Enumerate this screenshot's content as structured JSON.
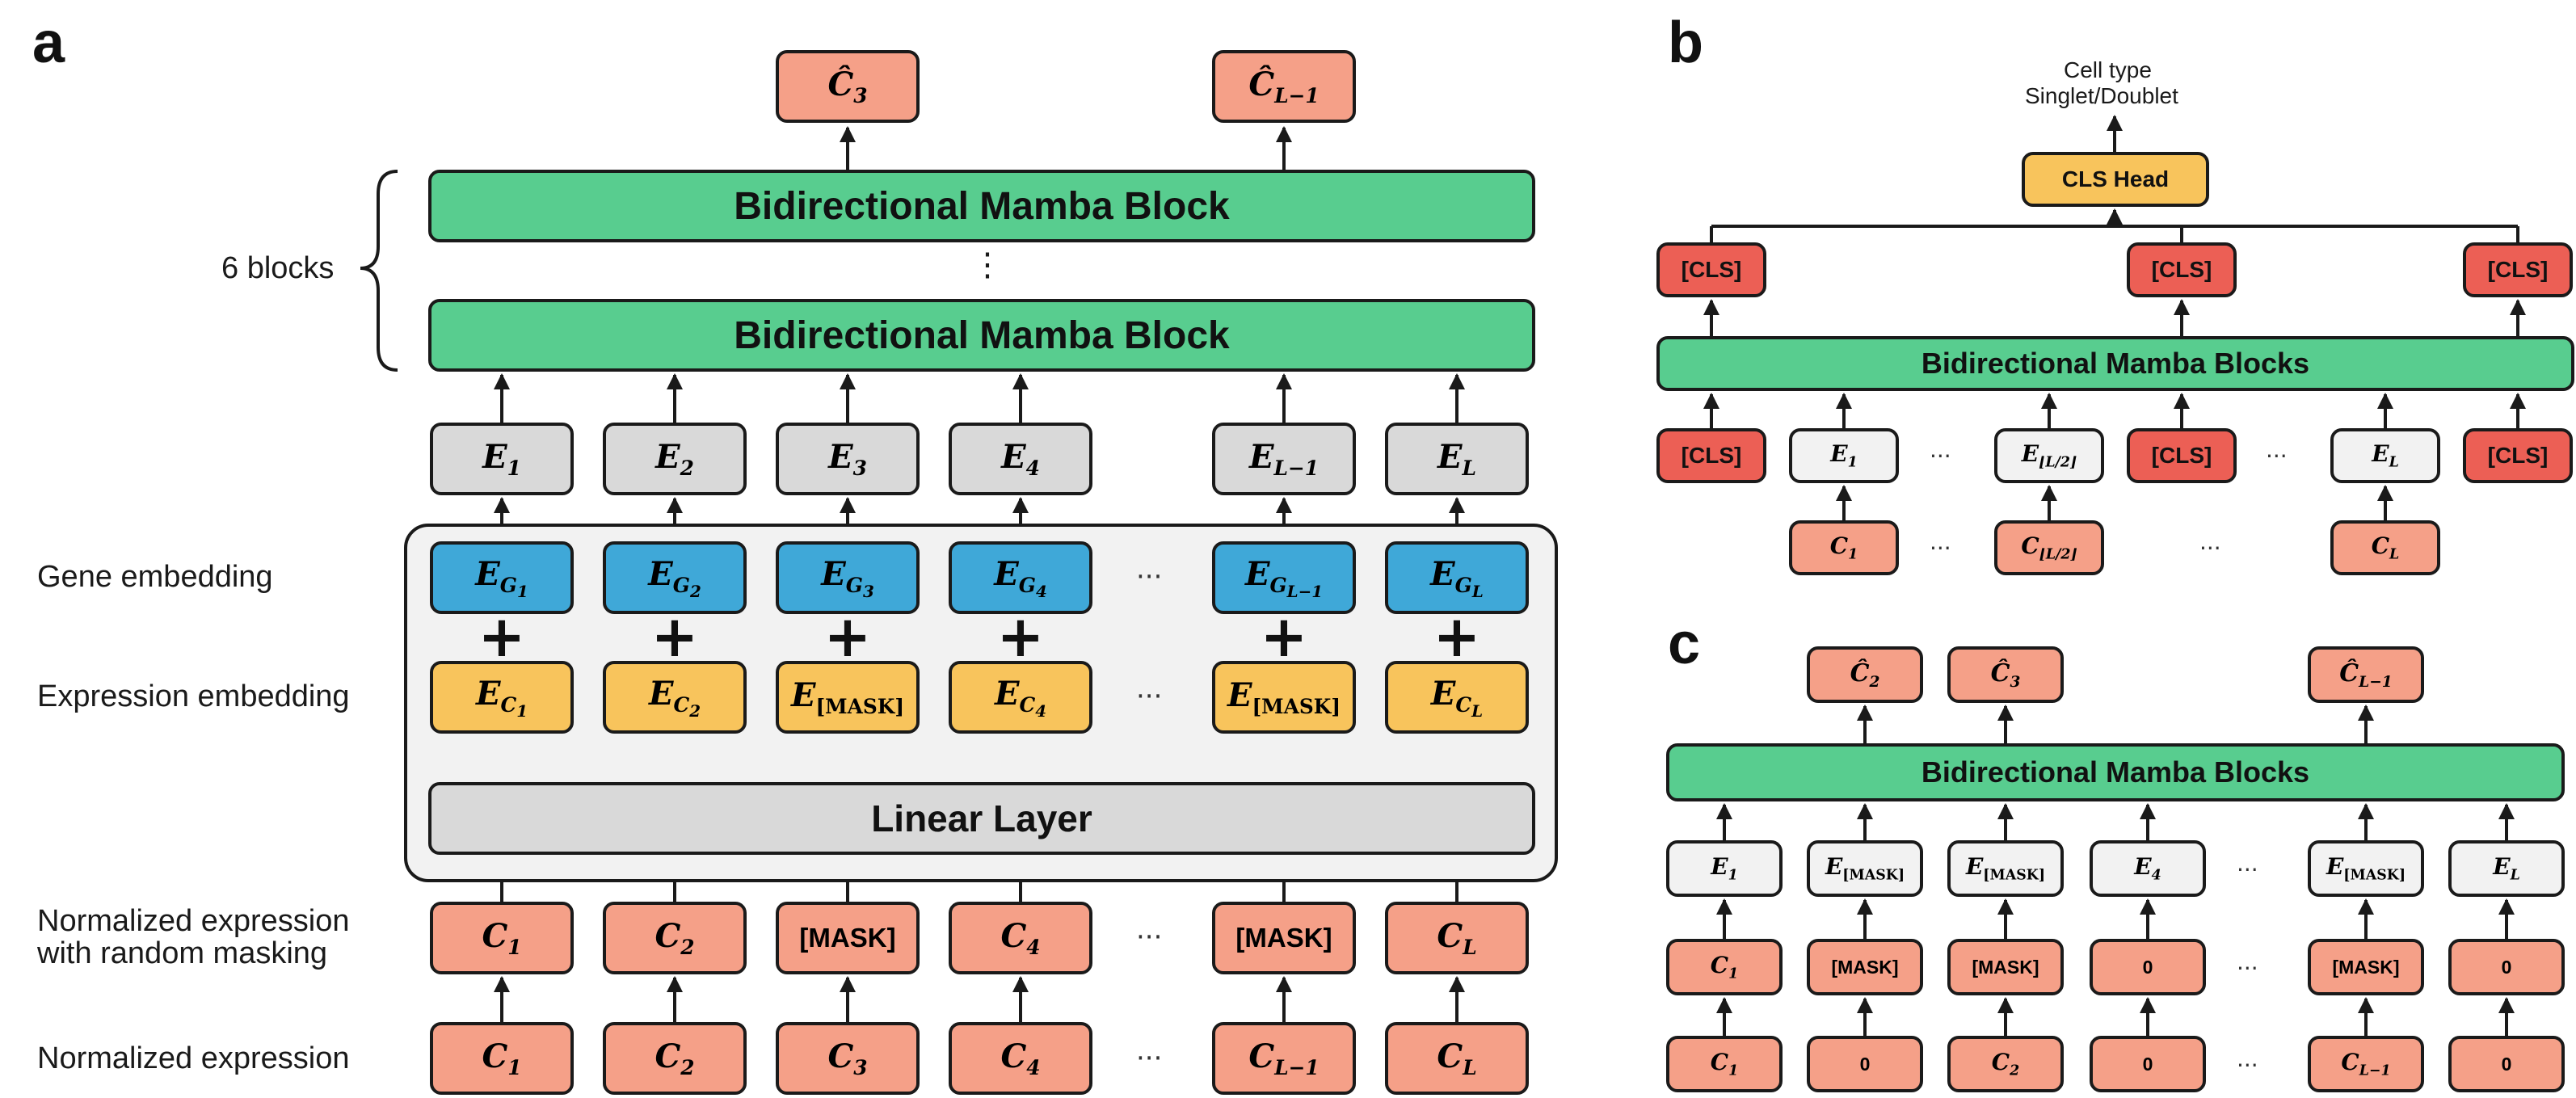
{
  "panel_a": {
    "letter": "a",
    "outputs": [
      {
        "sym": "Ĉ",
        "sub": "3"
      },
      {
        "sym": "Ĉ",
        "sub": "L−1"
      }
    ],
    "block_label": "Bidirectional Mamba Block",
    "vdots": "⋮",
    "blocks_count_label": "6 blocks",
    "embeddings": [
      {
        "sym": "E",
        "sub": "1"
      },
      {
        "sym": "E",
        "sub": "2"
      },
      {
        "sym": "E",
        "sub": "3"
      },
      {
        "sym": "E",
        "sub": "4"
      },
      {
        "sym": "E",
        "sub": "L−1"
      },
      {
        "sym": "E",
        "sub": "L"
      }
    ],
    "gene_embedding_label": "Gene embedding",
    "gene_embeddings": [
      {
        "sym": "E",
        "sub": "G",
        "subsub": "1"
      },
      {
        "sym": "E",
        "sub": "G",
        "subsub": "2"
      },
      {
        "sym": "E",
        "sub": "G",
        "subsub": "3"
      },
      {
        "sym": "E",
        "sub": "G",
        "subsub": "4"
      },
      {
        "sym": "E",
        "sub": "G",
        "subsub": "L−1"
      },
      {
        "sym": "E",
        "sub": "G",
        "subsub": "L"
      }
    ],
    "plus_sign": "+",
    "expression_embedding_label": "Expression embedding",
    "expression_embeddings": [
      {
        "sym": "E",
        "sub": "C",
        "subsub": "1"
      },
      {
        "sym": "E",
        "sub": "C",
        "subsub": "2"
      },
      {
        "sym": "E",
        "sub": "[MASK]",
        "subsub": ""
      },
      {
        "sym": "E",
        "sub": "C",
        "subsub": "4"
      },
      {
        "sym": "E",
        "sub": "[MASK]",
        "subsub": ""
      },
      {
        "sym": "E",
        "sub": "C",
        "subsub": "L"
      }
    ],
    "linear_layer_label": "Linear Layer",
    "masked_label_line1": "Normalized expression",
    "masked_label_line2": "with random masking",
    "masked_inputs": [
      {
        "sym": "C",
        "sub": "1"
      },
      {
        "sym": "C",
        "sub": "2"
      },
      {
        "sym": "[MASK]",
        "sub": ""
      },
      {
        "sym": "C",
        "sub": "4"
      },
      {
        "sym": "[MASK]",
        "sub": ""
      },
      {
        "sym": "C",
        "sub": "L"
      }
    ],
    "normalized_label": "Normalized expression",
    "normalized_inputs": [
      {
        "sym": "C",
        "sub": "1"
      },
      {
        "sym": "C",
        "sub": "2"
      },
      {
        "sym": "C",
        "sub": "3"
      },
      {
        "sym": "C",
        "sub": "4"
      },
      {
        "sym": "C",
        "sub": "L−1"
      },
      {
        "sym": "C",
        "sub": "L"
      }
    ],
    "ellipsis": "···"
  },
  "panel_b": {
    "letter": "b",
    "output_line1": "Cell type",
    "output_line2": "Singlet/Doublet",
    "head_label": "CLS Head",
    "cls_label": "[CLS]",
    "blocks_label": "Bidirectional Mamba Blocks",
    "tokens": [
      {
        "sym": "[CLS]",
        "sub": ""
      },
      {
        "sym": "E",
        "sub": "1"
      },
      {
        "sym": "E",
        "sub": "⌊L/2⌋"
      },
      {
        "sym": "[CLS]",
        "sub": ""
      },
      {
        "sym": "E",
        "sub": "L"
      },
      {
        "sym": "[CLS]",
        "sub": ""
      }
    ],
    "inputs": [
      {
        "sym": "C",
        "sub": "1"
      },
      {
        "sym": "C",
        "sub": "⌊L/2⌋"
      },
      {
        "sym": "C",
        "sub": "L"
      }
    ],
    "ellipsis": "···"
  },
  "panel_c": {
    "letter": "c",
    "outputs": [
      {
        "sym": "Ĉ",
        "sub": "2"
      },
      {
        "sym": "Ĉ",
        "sub": "3"
      },
      {
        "sym": "Ĉ",
        "sub": "L−1"
      }
    ],
    "blocks_label": "Bidirectional Mamba Blocks",
    "embeddings": [
      {
        "sym": "E",
        "sub": "1"
      },
      {
        "sym": "E",
        "sub": "[MASK]"
      },
      {
        "sym": "E",
        "sub": "[MASK]"
      },
      {
        "sym": "E",
        "sub": "4"
      },
      {
        "sym": "E",
        "sub": "[MASK]"
      },
      {
        "sym": "E",
        "sub": "L"
      }
    ],
    "masked_inputs": [
      {
        "sym": "C",
        "sub": "1"
      },
      {
        "sym": "[MASK]",
        "sub": ""
      },
      {
        "sym": "[MASK]",
        "sub": ""
      },
      {
        "sym": "0",
        "sub": ""
      },
      {
        "sym": "[MASK]",
        "sub": ""
      },
      {
        "sym": "0",
        "sub": ""
      }
    ],
    "inputs": [
      {
        "sym": "C",
        "sub": "1"
      },
      {
        "sym": "0",
        "sub": ""
      },
      {
        "sym": "C",
        "sub": "2"
      },
      {
        "sym": "0",
        "sub": ""
      },
      {
        "sym": "C",
        "sub": "L−1"
      },
      {
        "sym": "0",
        "sub": ""
      }
    ],
    "ellipsis": "···"
  }
}
